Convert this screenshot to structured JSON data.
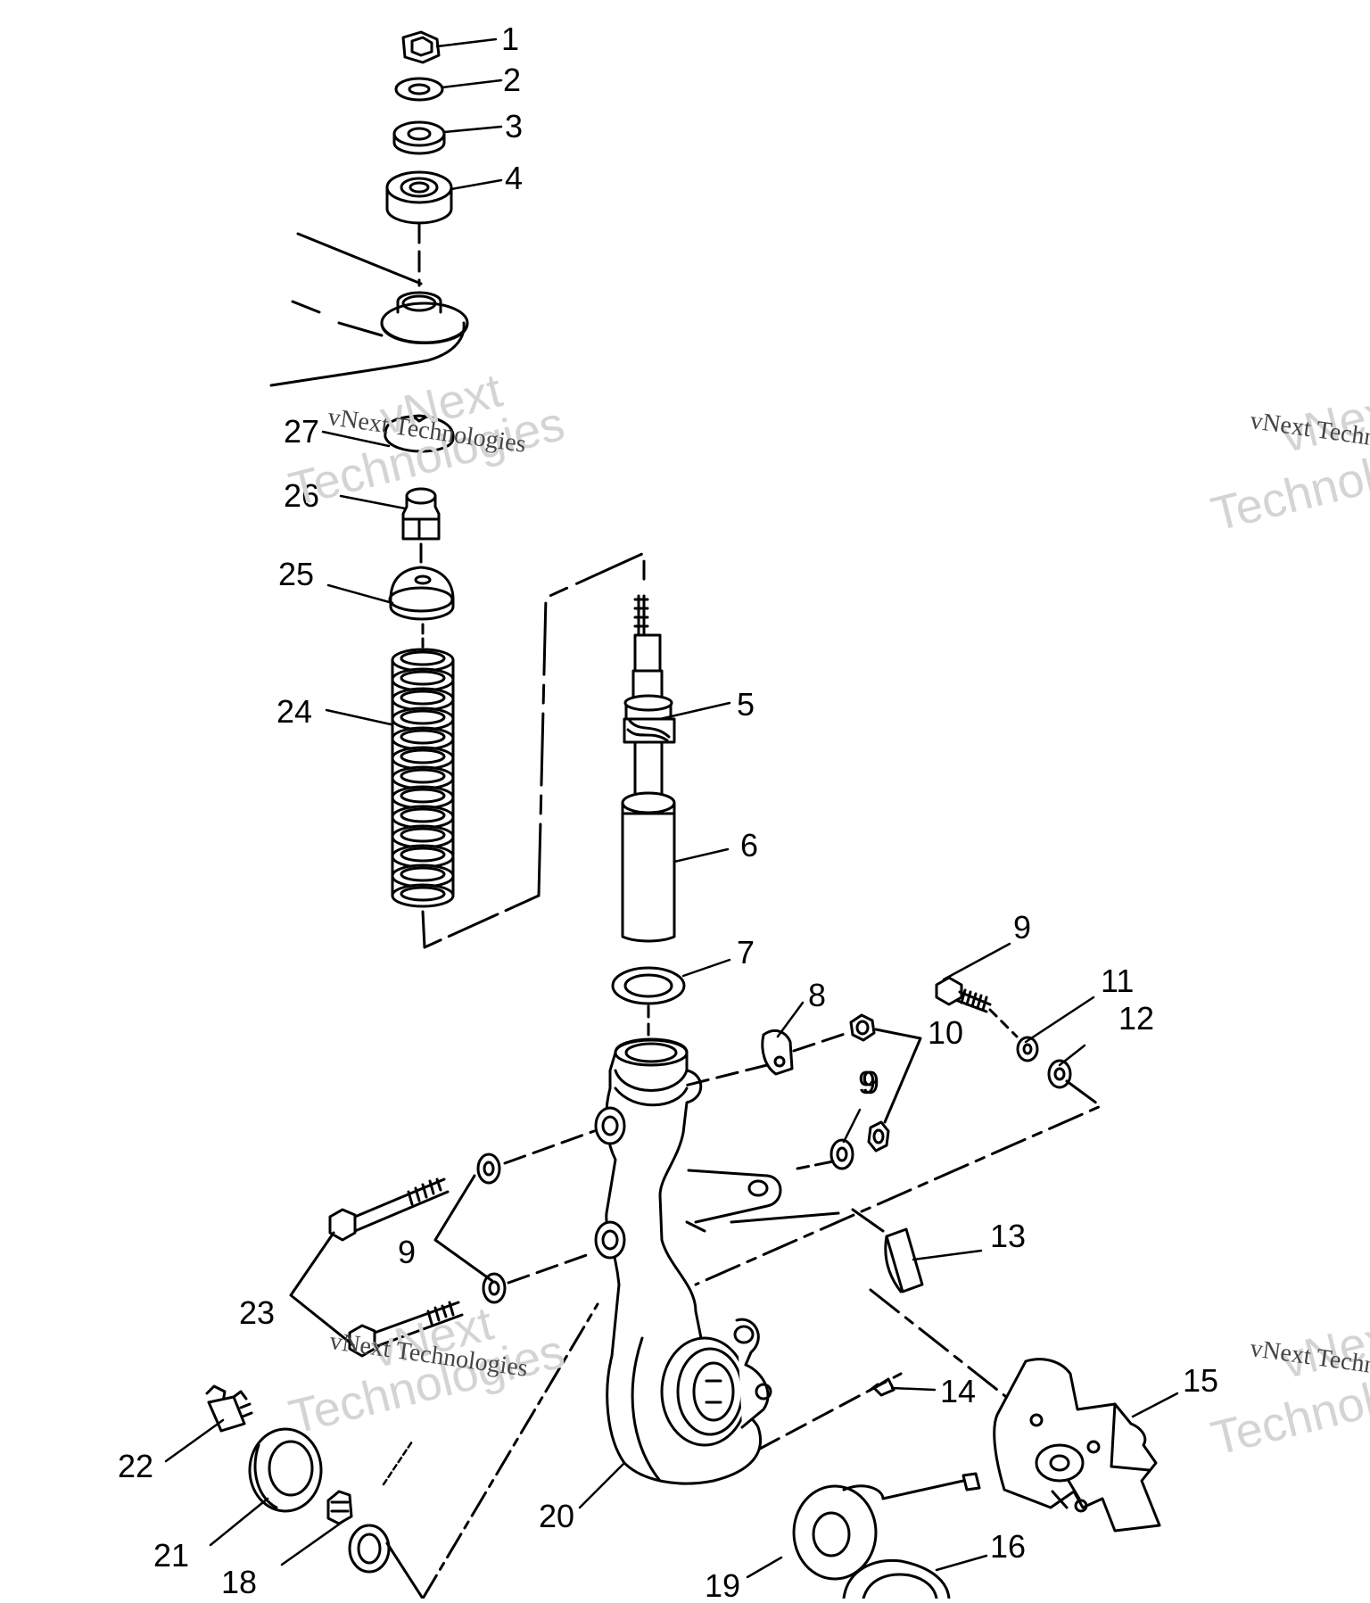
{
  "watermark": {
    "line1": "vNext",
    "line2": "Technologies",
    "small": "vNext Technologies"
  },
  "callouts": [
    "1",
    "2",
    "3",
    "4",
    "5",
    "6",
    "7",
    "8",
    "9",
    "10",
    "11",
    "12",
    "9",
    "13",
    "14",
    "15",
    "16",
    "19",
    "20",
    "18",
    "21",
    "22",
    "23",
    "9",
    "24",
    "25",
    "26",
    "27",
    "9"
  ]
}
